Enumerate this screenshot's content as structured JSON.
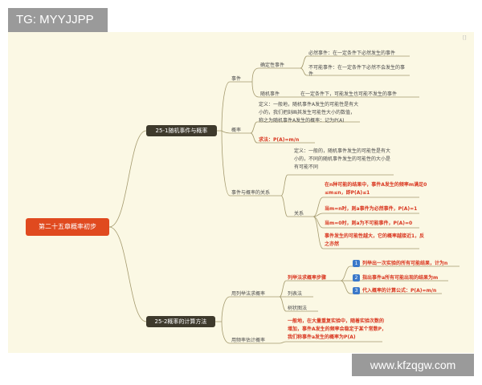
{
  "watermark_top": "TG: MYYJJPP",
  "watermark_bottom": "www.kfzqgw.com",
  "expand_glyph": "[ ]",
  "root": "第二十五章概率初步",
  "sections": [
    {
      "title": "25-1随机事件与概率",
      "event": {
        "label": "事件",
        "certain_type": {
          "label": "确定性事件",
          "items": [
            "必然事件：在一定条件下必然发生的事件",
            "不可能事件：在一定条件下必然不会发生的事",
            "件"
          ]
        },
        "random": {
          "label": "随机事件",
          "desc": "在一定条件下，可能发生也可能不发生的事件"
        }
      },
      "probability": {
        "label": "概率",
        "definition": [
          "定义：一般地，随机事件A发生的可能性是有大",
          "小的，我们把刻画其发生可能性大小的数值，",
          "称之为随机事件A发生的概率：记为P(A)"
        ],
        "formula": "求法：P(A)=m/n"
      },
      "relation": {
        "label": "事件与概率的关系",
        "definition": [
          "定义：一般的，随机事件发生的可能性是有大",
          "小的，不同的随机事件发生的可能性的大小是",
          "有可能不同"
        ],
        "relation_label": "关系",
        "items": [
          [
            "在n种可能的结果中，事件A发生的频率m满足0",
            "≤m≤n，即P(A)≤1"
          ],
          [
            "当m=n时，则a事件为必然事件，P(A)=1"
          ],
          [
            "当m=0时，则a为不可能事件，P(A)=0"
          ],
          [
            "事件发生的可能性越大，它的概率越接近1，反",
            "之亦然"
          ]
        ]
      }
    },
    {
      "title": "25-2概率的计算方法",
      "enumeration": {
        "label": "用列举法求概率",
        "steps_label": "列举法求概率步骤",
        "steps": [
          {
            "num": "1",
            "text": "列举出一次实验的所有可能结果，计为n"
          },
          {
            "num": "2",
            "text": "指出事件a所有可能出现的结果为m"
          },
          {
            "num": "3",
            "text": "代入概率的计算公式：P(A)=m/n"
          }
        ],
        "list_method": "列表法",
        "tree_method": "树状图法"
      },
      "frequency": {
        "label": "用频率估计概率",
        "desc": [
          "一般地，在大量重复实验中，随着实验次数的",
          "增加，事件A发生的频率会稳定于某个常数P，",
          "我们称事件a发生的概率为P(A)"
        ]
      }
    }
  ]
}
